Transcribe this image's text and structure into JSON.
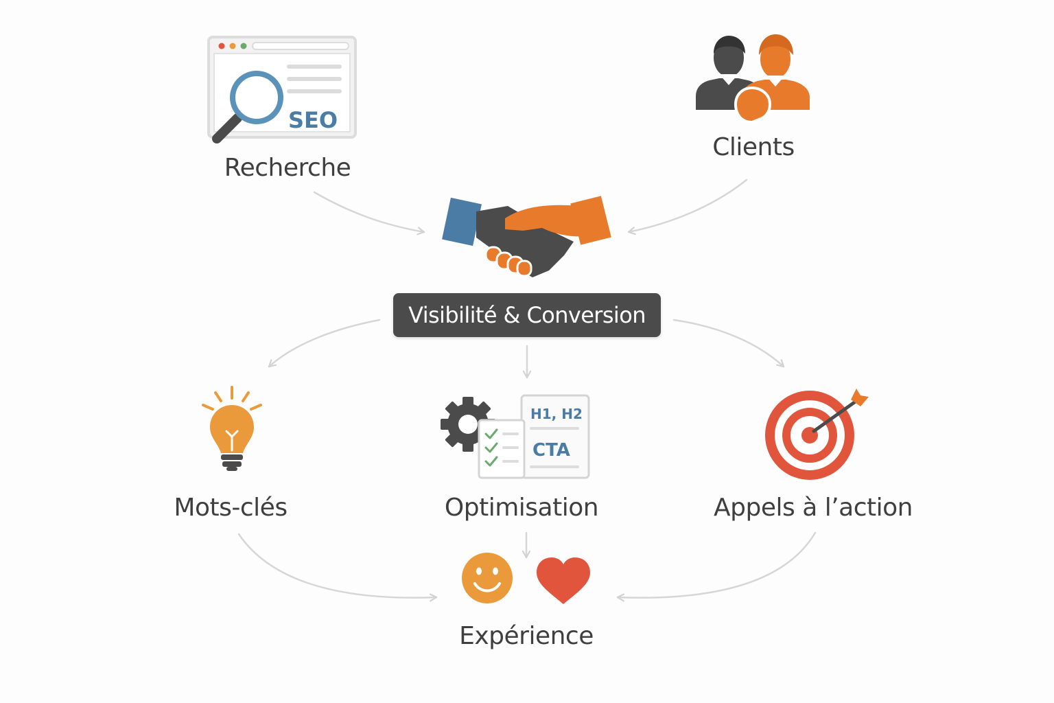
{
  "diagram": {
    "center_label": "Visibilité & Conversion",
    "nodes": {
      "recherche": {
        "label": "Recherche",
        "icon": "seo-browser-icon",
        "icon_text": "SEO"
      },
      "clients": {
        "label": "Clients",
        "icon": "clients-icon"
      },
      "mots_cles": {
        "label": "Mots-clés",
        "icon": "lightbulb-icon"
      },
      "optimisation": {
        "label": "Optimisation",
        "icon": "optimization-document-icon",
        "doc_text_1": "H1, H2",
        "doc_text_2": "CTA"
      },
      "appels": {
        "label": "Appels à l’action",
        "icon": "target-icon"
      },
      "experience": {
        "label": "Expérience",
        "icons": [
          "smiley-icon",
          "heart-icon"
        ]
      }
    },
    "center_icon": "handshake-icon",
    "colors": {
      "orange": "#e87a2c",
      "blue": "#4b7ca6",
      "dark": "#4b4b4b",
      "red": "#e2553d",
      "light_orange": "#ea9a3a",
      "arrow": "#d4d4d4",
      "green": "#6aaa6a"
    }
  }
}
